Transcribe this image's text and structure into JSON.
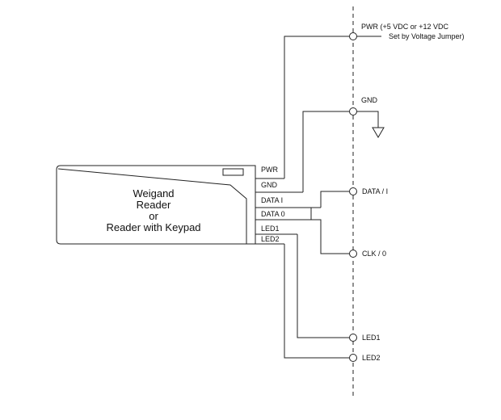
{
  "reader": {
    "lines": [
      "Weigand",
      "Reader",
      "or",
      "Reader with Keypad"
    ]
  },
  "pins": {
    "pwr": "PWR",
    "gnd": "GND",
    "data1": "DATA I",
    "data0": "DATA 0",
    "led1": "LED1",
    "led2": "LED2"
  },
  "terminals": {
    "pwr_line1": "PWR (+5 VDC or +12 VDC",
    "pwr_line2": "Set by Voltage Jumper)",
    "gnd": "GND",
    "data": "DATA / I",
    "clk": "CLK / 0",
    "led1": "LED1",
    "led2": "LED2"
  }
}
